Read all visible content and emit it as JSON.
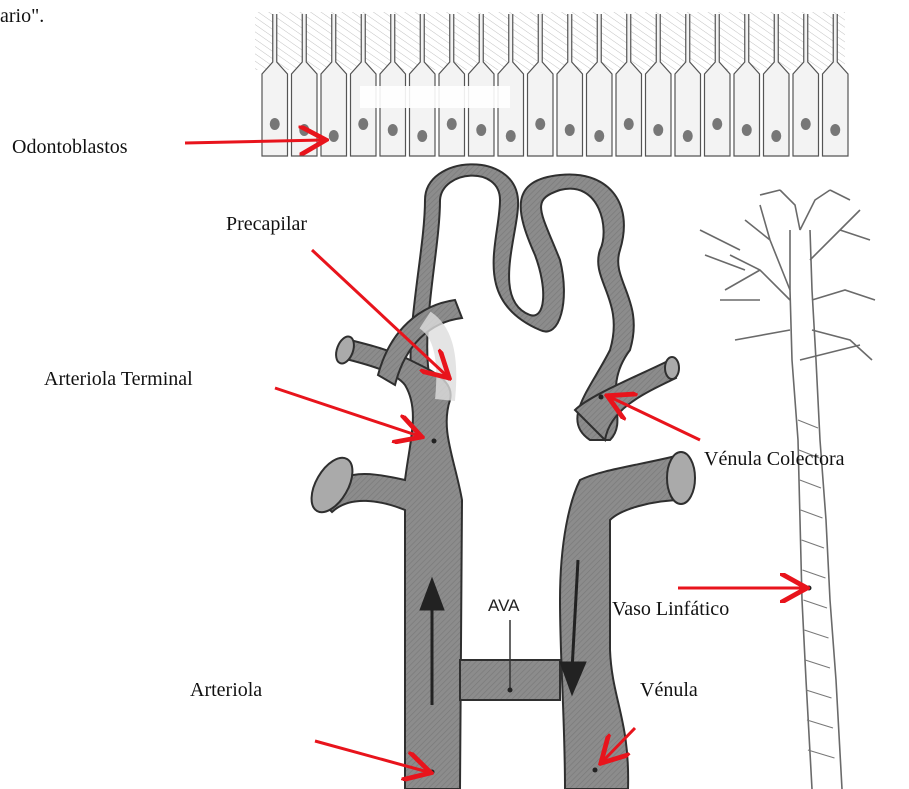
{
  "top_fragment": "ario\".",
  "labels": {
    "odontoblastos": "Odontoblastos",
    "precapilar": "Precapilar",
    "arteriola_terminal": "Arteriola Terminal",
    "venula_colectora": "Vénula Colectora",
    "vaso_linfatico": "Vaso Linfático",
    "arteriola": "Arteriola",
    "venula": "Vénula",
    "ava": "AVA"
  },
  "colors": {
    "arrow": "#e8141c",
    "vessel": "#8f8f8f",
    "outline": "#333333"
  }
}
